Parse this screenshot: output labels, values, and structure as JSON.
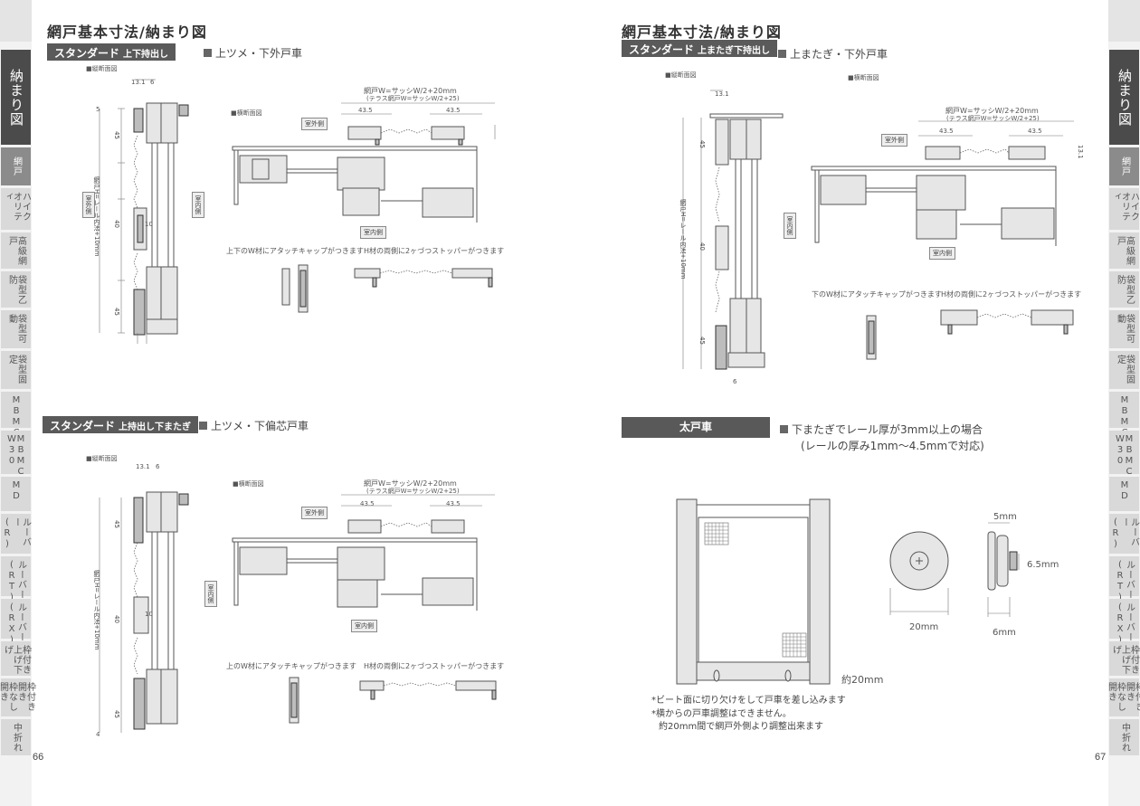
{
  "left_page": {
    "page_number": "66",
    "title": "網戸基本寸法/納まり図",
    "section1": {
      "band_main": "スタンダード",
      "band_sub": "上下持出し",
      "subtitle": "上ツメ・下外戸車",
      "vert_section_label": "■縦断面図",
      "horiz_section_label": "■横断面図",
      "screen_w": "網戸W=サッシW/2+20mm",
      "screen_w_terrace": "(テラス網戸W=サッシW/2+25)",
      "dim_43_5_a": "43.5",
      "dim_43_5_b": "43.5",
      "dim_13_1": "13.1",
      "dim_6": "6",
      "dim_45_top": "45",
      "dim_40": "40",
      "dim_45_bottom": "45",
      "dim_10": "10",
      "dim_5": "5",
      "screen_h": "網戸H=レール内法+10mm",
      "outdoor": "室外側",
      "indoor": "室内側",
      "note_cap": "上下のW材にアタッチキャップがつきます",
      "note_stopper": "H材の両側に2ヶづつストッパーがつきます"
    },
    "section2": {
      "band_main": "スタンダード",
      "band_sub": "上持出し下またぎ",
      "subtitle": "上ツメ・下偏芯戸車",
      "vert_section_label": "■縦断面図",
      "horiz_section_label": "■横断面図",
      "screen_w": "網戸W=サッシW/2+20mm",
      "screen_w_terrace": "(テラス網戸W=サッシW/2+25)",
      "dim_43_5_a": "43.5",
      "dim_43_5_b": "43.5",
      "dim_13_1": "13.1",
      "dim_6": "6",
      "dim_45_top": "45",
      "dim_40": "40",
      "dim_45_bottom": "45",
      "dim_10": "10",
      "dim_4": "4",
      "screen_h": "網戸H=レール内法+10mm",
      "outdoor": "室外側",
      "indoor": "室内側",
      "note_cap": "上のW材にアタッチキャップがつきます",
      "note_stopper": "H材の両側に2ヶづつストッパーがつきます"
    },
    "side_tabs": [
      "納まり図",
      "網戸",
      "ハイクオリティ",
      "高級網戸",
      "袋型乙防",
      "袋型可動",
      "袋型固定",
      "MBMC",
      "MBMC W30",
      "MD",
      "ルーバー(R)",
      "ルーバー(RT)",
      "ルーバー(RX)",
      "枠付き上げ下げ",
      "枠付き開き 枠なし開き",
      "中折れ"
    ]
  },
  "right_page": {
    "page_number": "67",
    "title": "網戸基本寸法/納まり図",
    "section1": {
      "band_main": "スタンダード",
      "band_sub": "上またぎ下持出し",
      "subtitle": "上またぎ・下外戸車",
      "vert_section_label": "■縦断面図",
      "horiz_section_label": "■横断面図",
      "screen_w": "網戸W=サッシW/2+20mm",
      "screen_w_terrace": "(テラス網戸W=サッシW/2+25)",
      "dim_43_5_a": "43.5",
      "dim_43_5_b": "43.5",
      "dim_13_1": "13.1",
      "dim_45_top": "45",
      "dim_40": "40",
      "dim_45_bottom": "45",
      "dim_6": "6",
      "screen_h": "網戸H=レール内法+10mm",
      "outdoor": "室外側",
      "indoor": "室内側",
      "note_cap": "下のW材にアタッチキャップがつきます",
      "note_stopper": "H材の両側に2ヶづつストッパーがつきます"
    },
    "section2": {
      "band": "太戸車",
      "subtitle_line1": "下またぎでレール厚が3mm以上の場合",
      "subtitle_line2": "(レールの厚み1mm〜4.5mmで対応)",
      "dim_5mm": "5mm",
      "dim_6_5mm": "6.5mm",
      "dim_20mm": "20mm",
      "dim_6mm": "6mm",
      "about_20mm": "約20mm",
      "note1": "*ビート面に切り欠けをして戸車を差し込みます",
      "note2": "*横からの戸車調整はできません。",
      "note3": "約20mm間で網戸外側より調整出来ます"
    },
    "side_tabs": [
      "納まり図",
      "網戸",
      "ハイクオリティ",
      "高級網戸",
      "袋型乙防",
      "袋型可動",
      "袋型固定",
      "MBMC",
      "MBMC W30",
      "MD",
      "ルーバー(R)",
      "ルーバー(RT)",
      "ルーバー(RX)",
      "枠付き上げ下げ",
      "枠付き開き 枠なし開き",
      "中折れ"
    ]
  }
}
